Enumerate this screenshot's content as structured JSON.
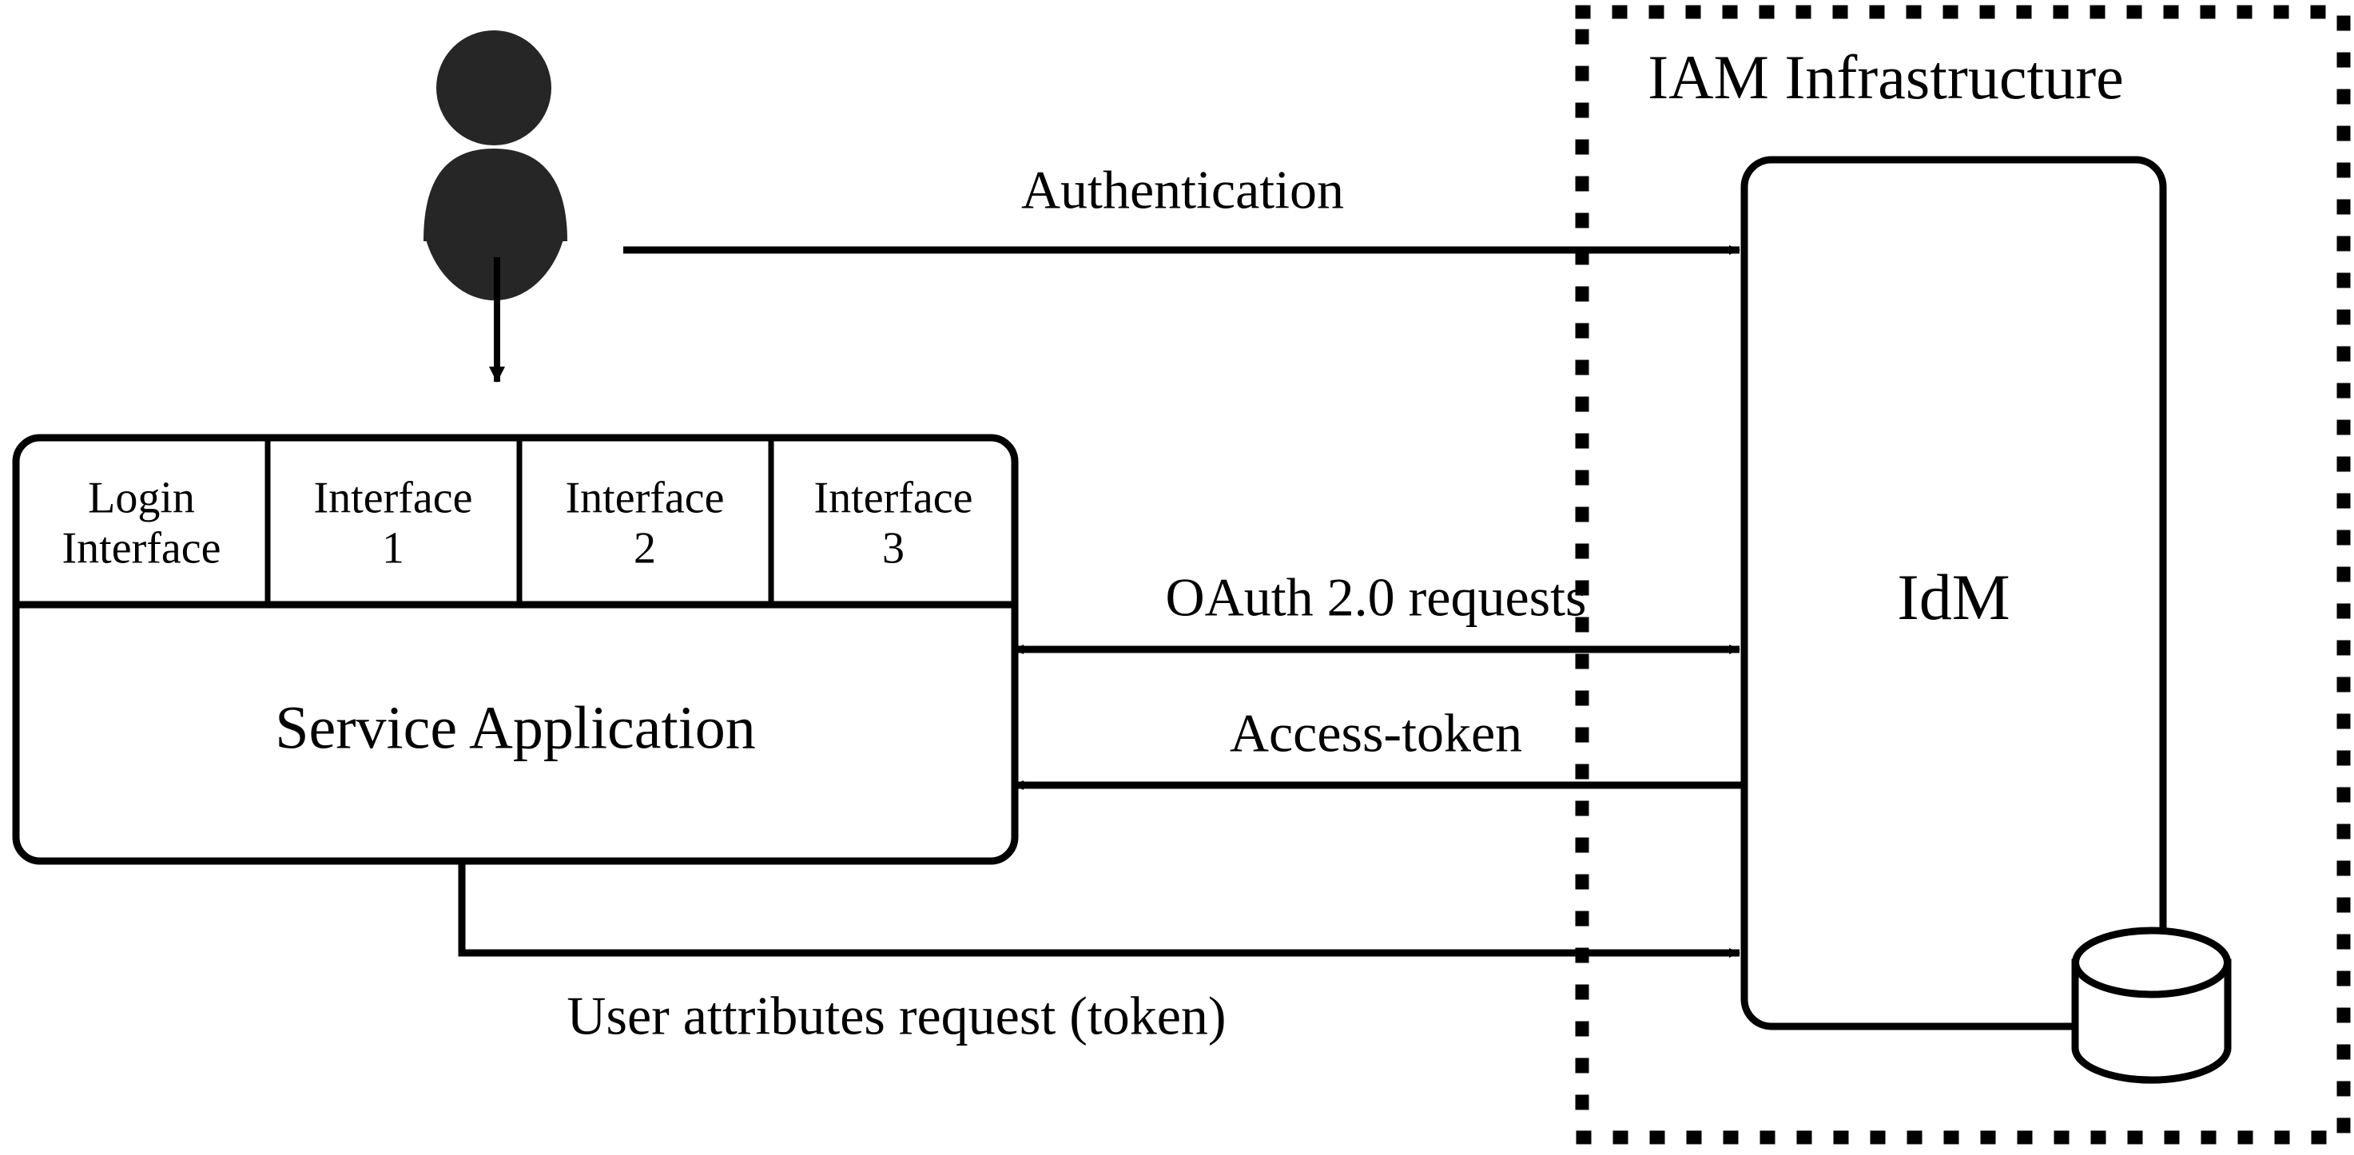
{
  "diagram": {
    "title": "IAM Infrastructure",
    "colors": {
      "stroke": "#000000",
      "background": "#ffffff",
      "user_icon": "#262626"
    },
    "boundary": {
      "label": "IAM Infrastructure",
      "style": "dotted"
    },
    "actor": {
      "name": "user-person-icon"
    },
    "service_application": {
      "label": "Service Application",
      "interfaces": [
        {
          "line1": "Login",
          "line2": "Interface"
        },
        {
          "line1": "Interface",
          "line2": "1"
        },
        {
          "line1": "Interface",
          "line2": "2"
        },
        {
          "line1": "Interface",
          "line2": "3"
        }
      ]
    },
    "idm": {
      "label": "IdM",
      "datastore": "database-cylinder"
    },
    "flows": [
      {
        "label": "Authentication",
        "direction": "right"
      },
      {
        "label": "OAuth 2.0 requests",
        "direction": "both"
      },
      {
        "label": "Access-token",
        "direction": "left"
      },
      {
        "label": "User attributes request (token)",
        "direction": "right"
      }
    ]
  }
}
